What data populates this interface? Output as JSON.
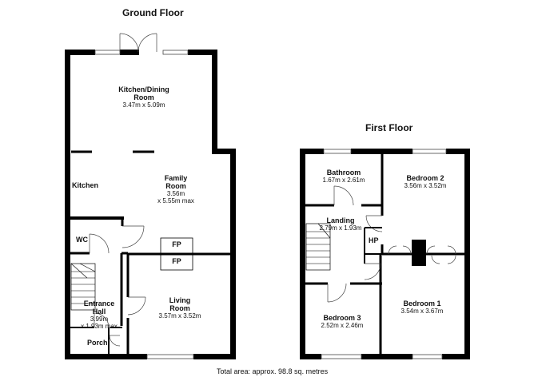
{
  "titles": {
    "ground": "Ground Floor",
    "first": "First Floor"
  },
  "ground_rooms": {
    "kitchen_dining": {
      "name_1": "Kitchen/Dining",
      "name_2": "Room",
      "dims": "3.47m x 5.09m"
    },
    "kitchen": {
      "name": "Kitchen"
    },
    "family": {
      "name_1": "Family",
      "name_2": "Room",
      "dims_1": "3.56m",
      "dims_2": "x 5.55m max"
    },
    "wc": {
      "name": "WC"
    },
    "fp_upper": "FP",
    "fp_lower": "FP",
    "living": {
      "name_1": "Living",
      "name_2": "Room",
      "dims": "3.57m x 3.52m"
    },
    "hall": {
      "name_1": "Entrance",
      "name_2": "Hall",
      "dims_1": "3.99m",
      "dims_2": "x 1.93m max"
    },
    "porch": {
      "name": "Porch"
    }
  },
  "first_rooms": {
    "bathroom": {
      "name": "Bathroom",
      "dims": "1.67m x 2.61m"
    },
    "bedroom2": {
      "name": "Bedroom 2",
      "dims": "3.56m x 3.52m"
    },
    "landing": {
      "name": "Landing",
      "dims": "2.79m x 1.93m"
    },
    "hp": "HP",
    "bedroom3": {
      "name": "Bedroom 3",
      "dims": "2.52m x 2.46m"
    },
    "bedroom1": {
      "name": "Bedroom 1",
      "dims": "3.54m x 3.67m"
    }
  },
  "footer": "Total area: approx. 98.8 sq. metres"
}
